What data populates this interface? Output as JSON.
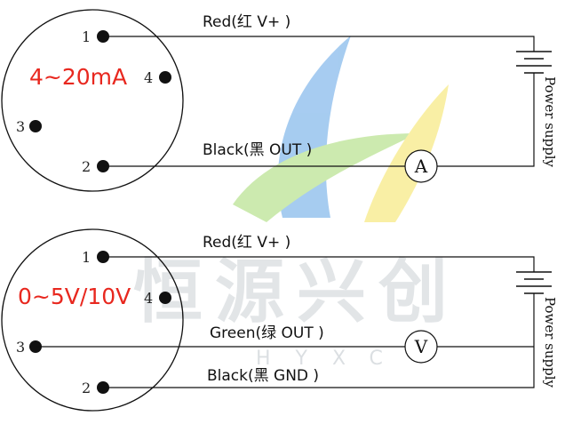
{
  "watermark": {
    "chinese": "恒源兴创",
    "english": "HYXC",
    "colors": {
      "blue": "#3b8fe0",
      "green": "#8fd14f",
      "yellow": "#f3dc3a",
      "gray": "#9aa4ad"
    }
  },
  "diagram_top": {
    "title": "4~20mA",
    "pins": {
      "p1": "1",
      "p2": "2",
      "p3": "3",
      "p4": "4"
    },
    "red_label": "Red(红 V+ )",
    "black_label": "Black(黑 OUT )",
    "meter_symbol": "A",
    "power_label": "Power supply"
  },
  "diagram_bottom": {
    "title": "0~5V/10V",
    "pins": {
      "p1": "1",
      "p2": "2",
      "p3": "3",
      "p4": "4"
    },
    "red_label": "Red(红 V+ )",
    "green_label": "Green(绿 OUT )",
    "black_label": "Black(黑 GND )",
    "meter_symbol": "V",
    "power_label": "Power supply"
  },
  "colors": {
    "accent_red": "#e8281f",
    "line": "#111111"
  }
}
